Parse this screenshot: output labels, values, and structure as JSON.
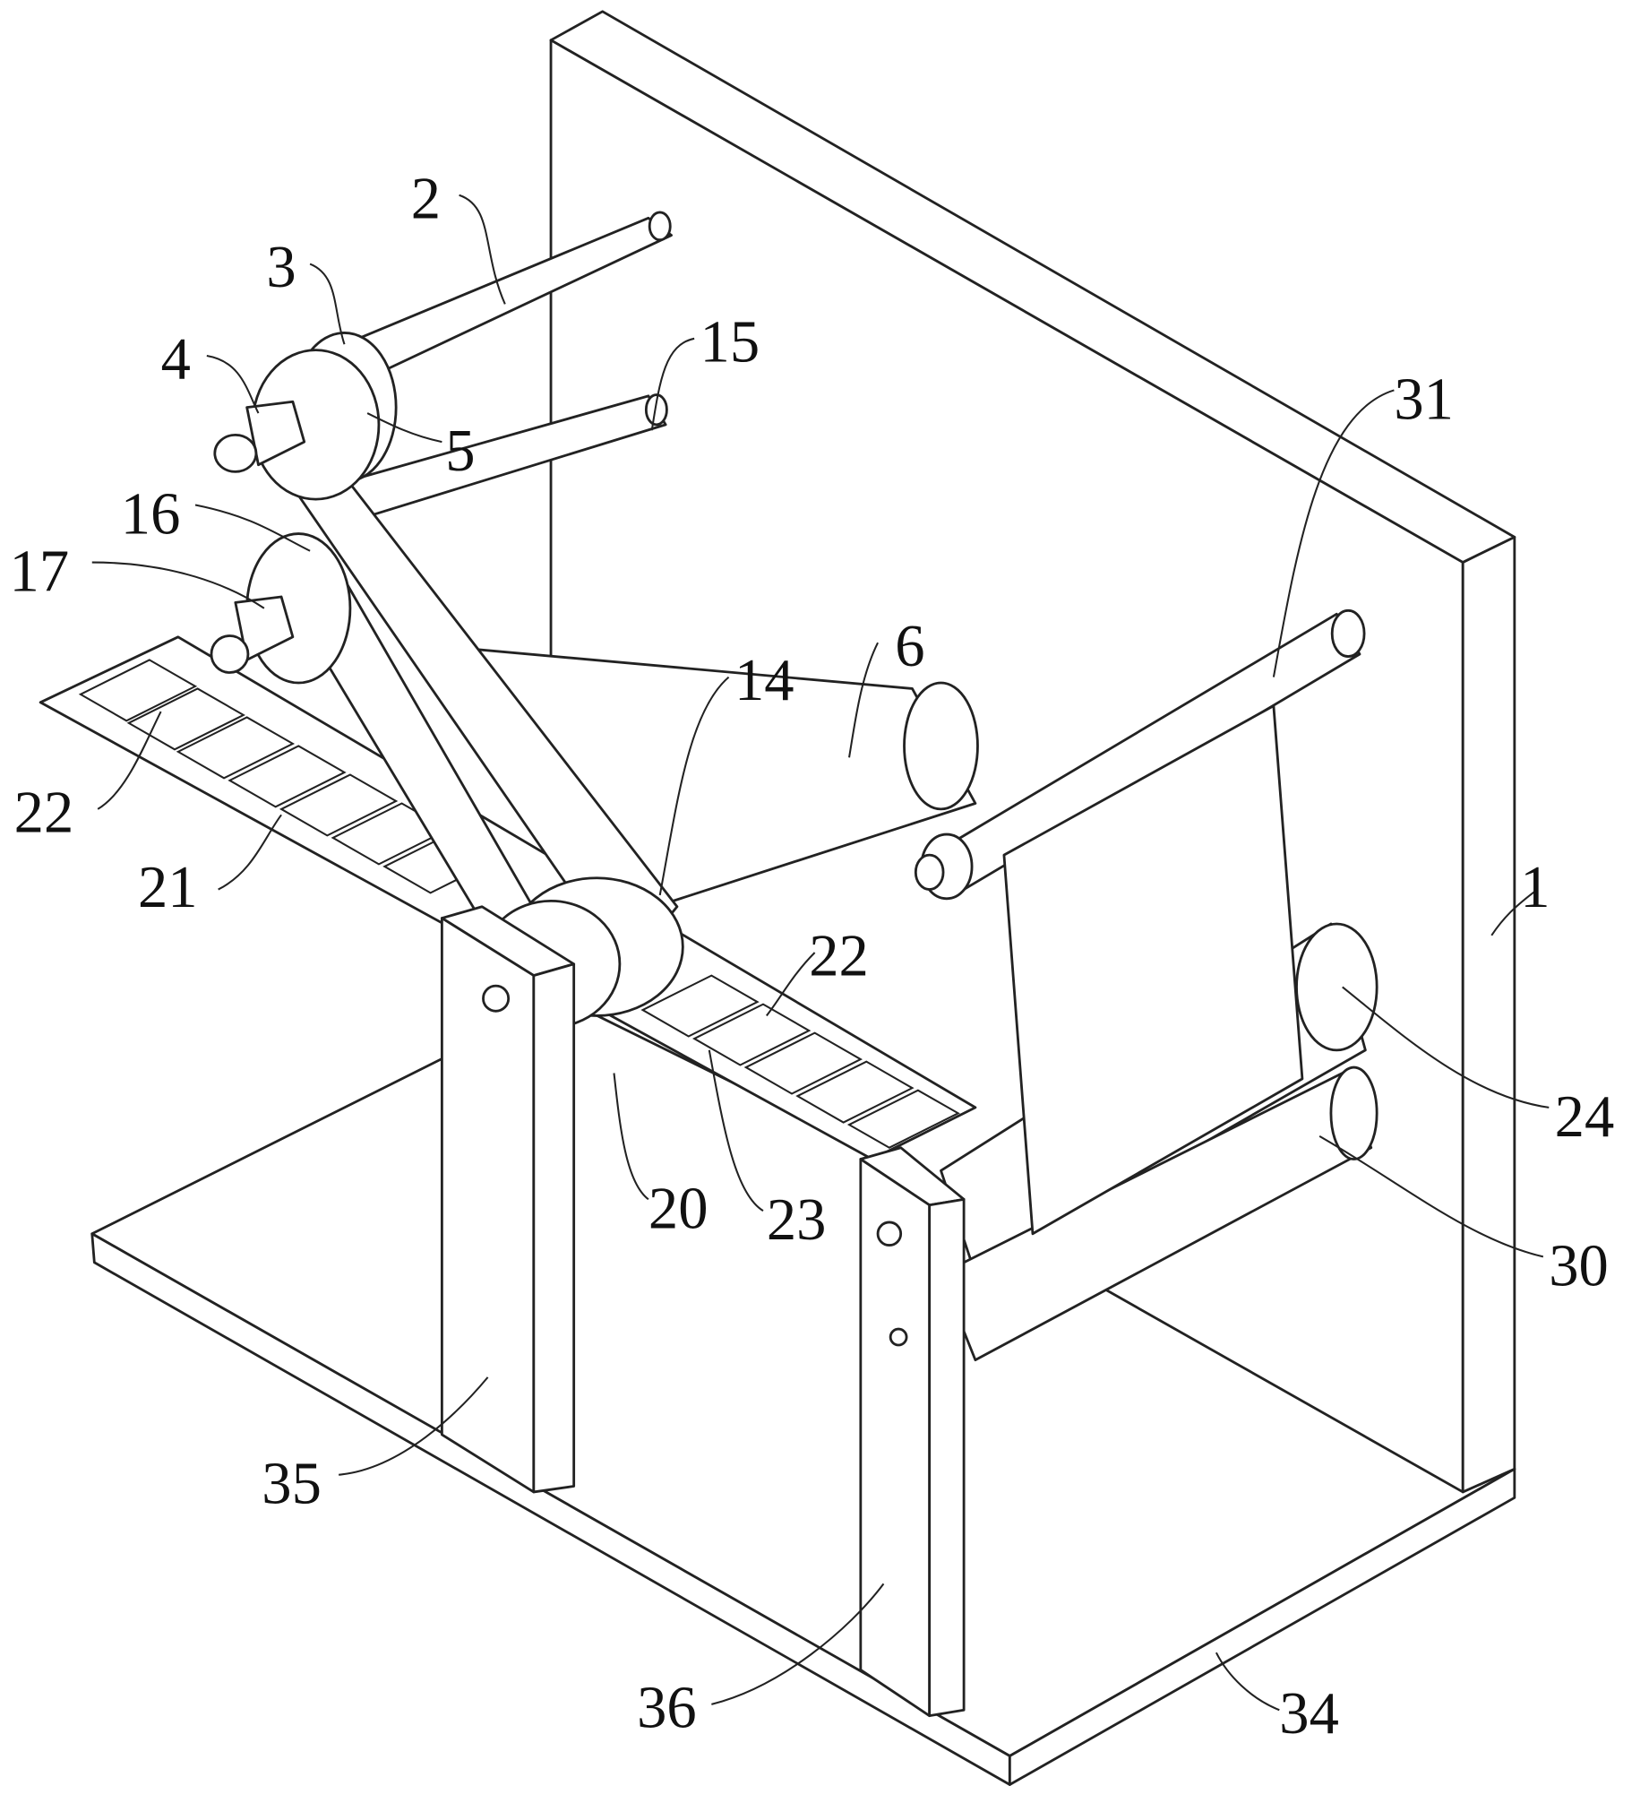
{
  "figure": {
    "labels": {
      "l1": "1",
      "l2": "2",
      "l3": "3",
      "l4": "4",
      "l5": "5",
      "l6": "6",
      "l14": "14",
      "l15": "15",
      "l16": "16",
      "l17": "17",
      "l20": "20",
      "l21": "21",
      "l22a": "22",
      "l22b": "22",
      "l23": "23",
      "l24": "24",
      "l30": "30",
      "l31": "31",
      "l34": "34",
      "l35": "35",
      "l36": "36"
    }
  }
}
